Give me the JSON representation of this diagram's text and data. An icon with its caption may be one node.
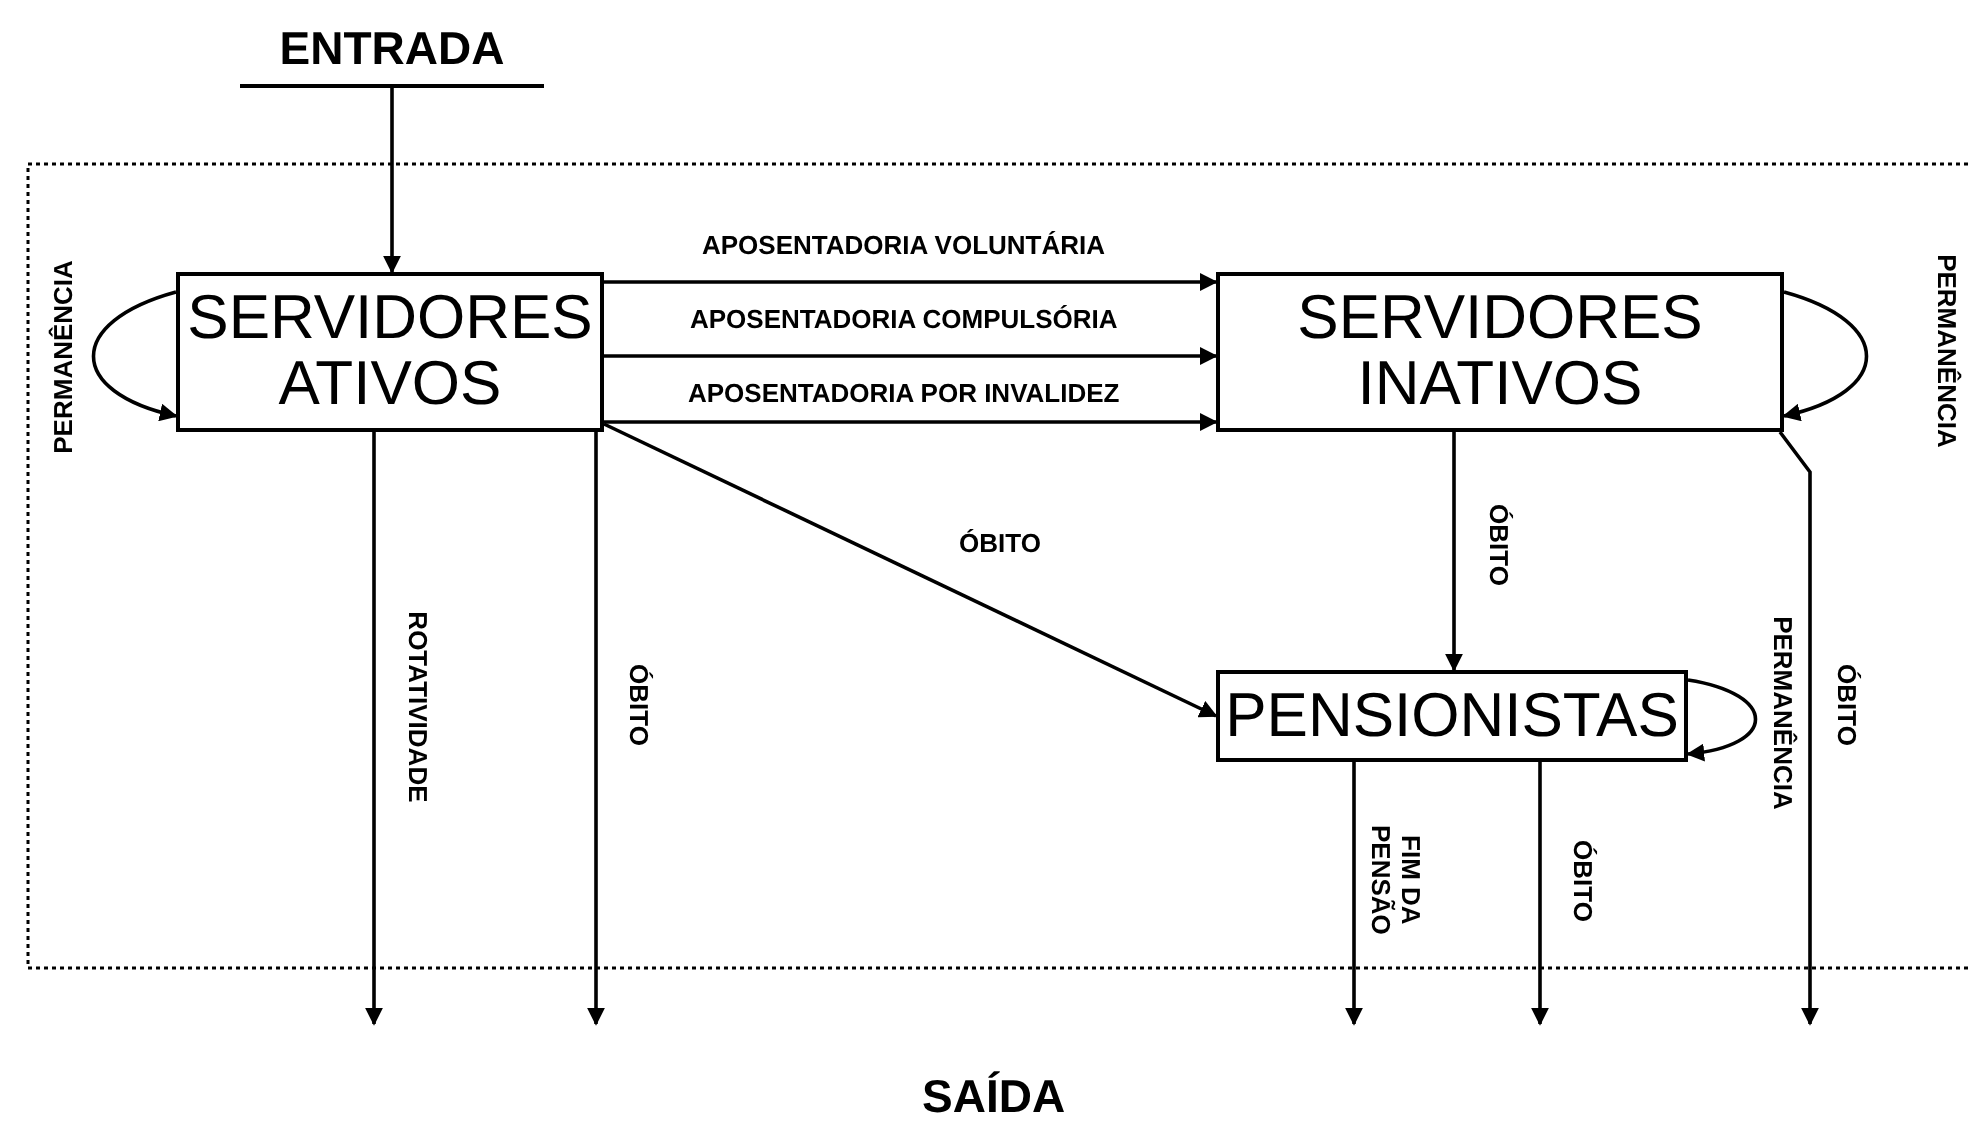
{
  "diagram": {
    "nodes": [
      {
        "text": [
          "ENTRADA"
        ]
      },
      {
        "text": [
          "SERVIDORES ATIVOS"
        ]
      },
      {
        "text": [
          "SERVIDORES INATIVOS"
        ]
      },
      {
        "text": [
          "PENSIONISTAS"
        ]
      }
    ],
    "edges": [
      {
        "from": 0,
        "to": 1,
        "arrow": "to"
      },
      {
        "from": 1,
        "to": 2,
        "arrow": "to",
        "label": "APOSENTADORIA VOLUNTÁRIA"
      },
      {
        "from": 1,
        "to": 2,
        "arrow": "to",
        "label": "APOSENTADORIA COMPULSÓRIA"
      },
      {
        "from": 1,
        "to": 2,
        "arrow": "to",
        "label": "APOSENTADORIA POR INVALIDEZ"
      },
      {
        "from": 1,
        "to": 1,
        "arrow": "to",
        "label": "PERMANÊNCIA"
      },
      {
        "from": 2,
        "to": 2,
        "arrow": "to",
        "label": "PERMANÊNCIA"
      },
      {
        "from": 1,
        "to": null,
        "arrow": "to",
        "label": "ROTATIVIDADE"
      },
      {
        "from": 1,
        "to": null,
        "arrow": "to",
        "label": "ÓBITO"
      },
      {
        "from": 1,
        "to": 3,
        "arrow": "to",
        "label": "ÓBITO"
      },
      {
        "from": 2,
        "to": 3,
        "arrow": "to",
        "label": "ÓBITO"
      },
      {
        "from": 2,
        "to": null,
        "arrow": "to",
        "label": "ÓBITO"
      },
      {
        "from": 3,
        "to": 3,
        "arrow": "to",
        "label": "PERMANÊNCIA"
      },
      {
        "from": 3,
        "to": null,
        "arrow": "to",
        "label": "FIM DA PENSÃO"
      },
      {
        "from": 3,
        "to": null,
        "arrow": "to",
        "label": "ÓBITO"
      }
    ],
    "labels": [
      "SAÍDA"
    ]
  }
}
